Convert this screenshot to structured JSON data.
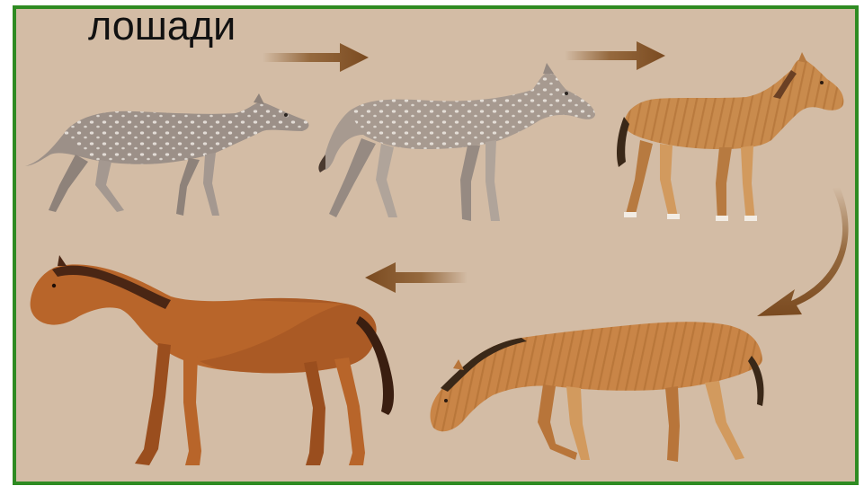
{
  "title": "лошади",
  "colors": {
    "border": "#2e8b22",
    "background": "#d3bca5",
    "arrow": "#8a5a2b"
  },
  "stages": [
    {
      "icon": "eohippus-icon",
      "coat": "grey-spotted"
    },
    {
      "icon": "mesohippus-icon",
      "coat": "grey-spotted"
    },
    {
      "icon": "merychippus-icon",
      "coat": "tan-striped"
    },
    {
      "icon": "pliohippus-icon",
      "coat": "tan-striped"
    },
    {
      "icon": "modern-horse-icon",
      "coat": "chestnut"
    }
  ],
  "arrows": [
    "arrow-right-1",
    "arrow-right-2",
    "arrow-curve-down",
    "arrow-left"
  ]
}
